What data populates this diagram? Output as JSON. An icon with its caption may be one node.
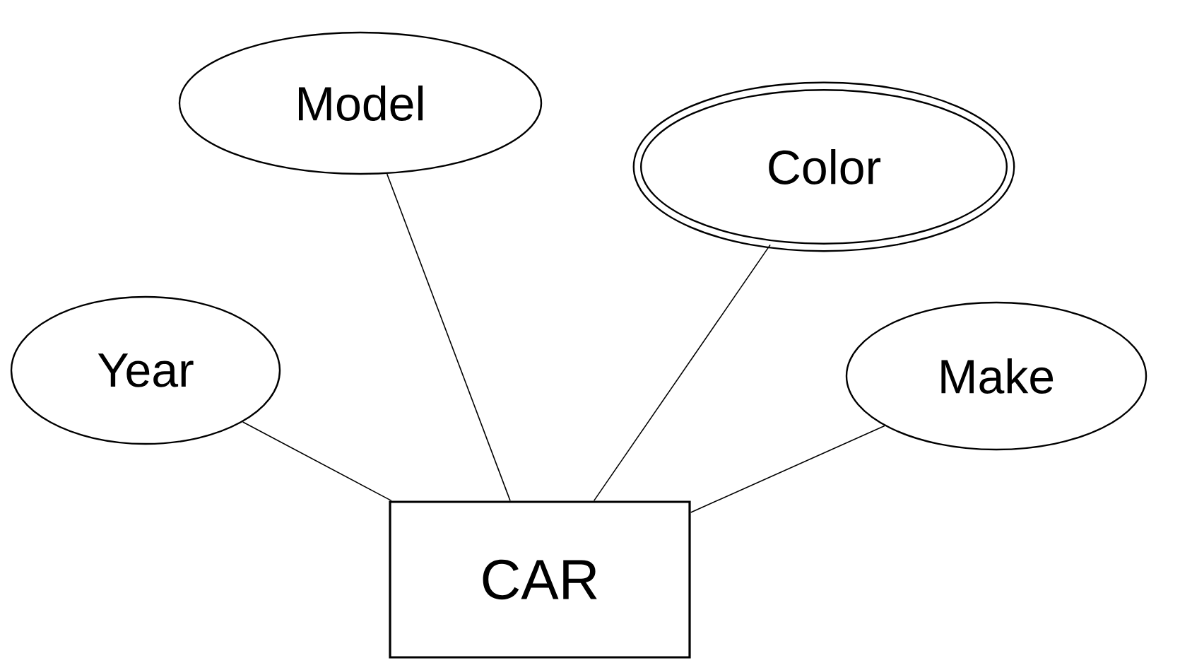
{
  "diagram": {
    "nodes": [
      {
        "text": [
          "Model"
        ]
      },
      {
        "text": [
          "Color"
        ]
      },
      {
        "text": [
          "Year"
        ]
      },
      {
        "text": [
          "Make"
        ]
      },
      {
        "text": [
          "CAR"
        ]
      }
    ],
    "edges": [
      {
        "from": 4,
        "to": 0,
        "arrow": "none"
      },
      {
        "from": 4,
        "to": 1,
        "arrow": "none"
      },
      {
        "from": 4,
        "to": 2,
        "arrow": "none"
      },
      {
        "from": 4,
        "to": 3,
        "arrow": "none"
      }
    ]
  }
}
